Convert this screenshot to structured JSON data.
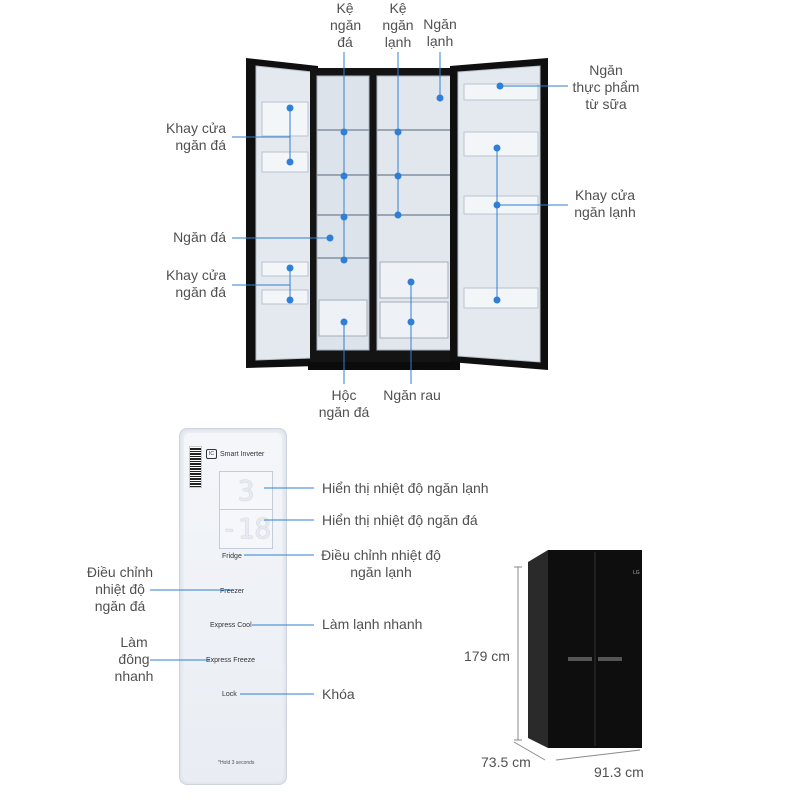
{
  "fridge_labels": {
    "ice_shelf": [
      "Kệ",
      "ngăn",
      "đá"
    ],
    "fridge_shelf": [
      "Kệ",
      "ngăn",
      "lạnh"
    ],
    "fridge_compartment": [
      "Ngăn",
      "lạnh"
    ],
    "dairy_compartment": [
      "Ngăn",
      "thực phẩm",
      "từ sữa"
    ],
    "ice_door_tray_top": [
      "Khay cửa",
      "ngăn đá"
    ],
    "freezer_compartment": "Ngăn đá",
    "fridge_door_tray": [
      "Khay cửa",
      "ngăn lạnh"
    ],
    "ice_door_tray_bottom": [
      "Khay cửa",
      "ngăn đá"
    ],
    "ice_box": [
      "Hộc",
      "ngăn đá"
    ],
    "vegetable_compartment": "Ngăn rau"
  },
  "panel": {
    "brand_badge": "IC",
    "brand_text": "Smart Inverter",
    "fridge_temp_display": "3",
    "freezer_temp_display": "-18",
    "buttons": [
      "Fridge",
      "Freezer",
      "Express Cool",
      "Express Freeze",
      "Lock"
    ],
    "note": "*Hold 3 seconds"
  },
  "panel_labels": {
    "fridge_temp_display": "Hiển thị nhiệt độ ngăn lạnh",
    "freezer_temp_display": "Hiển thị nhiệt độ ngăn đá",
    "fridge_adjust": [
      "Điều chỉnh nhiệt độ",
      "ngăn lạnh"
    ],
    "freezer_adjust": [
      "Điều chỉnh",
      "nhiệt độ",
      "ngăn đá"
    ],
    "express_cool": "Làm lạnh nhanh",
    "express_freeze": [
      "Làm",
      "đông",
      "nhanh"
    ],
    "lock": "Khóa"
  },
  "dimensions": {
    "height": "179 cm",
    "depth": "73.5 cm",
    "width": "91.3 cm"
  },
  "colors": {
    "accent_dot": "#2f7fd6",
    "leader_line": "#2f7fd6",
    "fridge_body": "#121212",
    "fridge_interior": "#e6ebf1"
  }
}
